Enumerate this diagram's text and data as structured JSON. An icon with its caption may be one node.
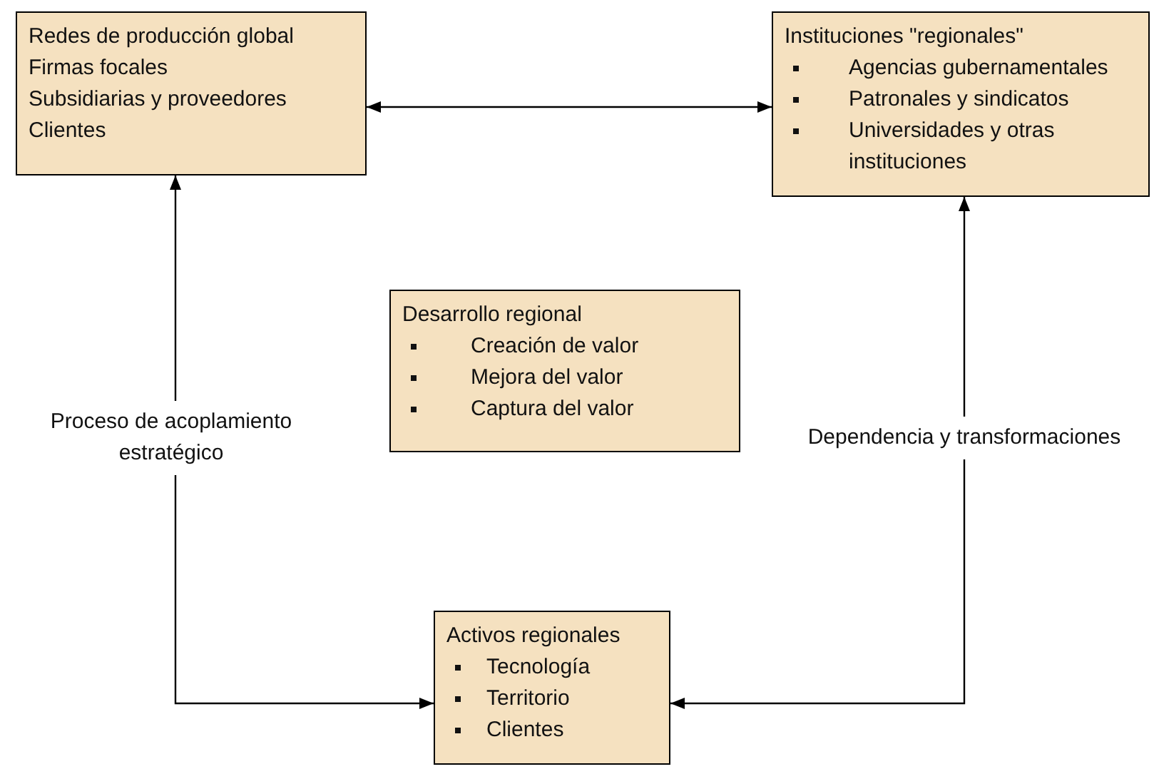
{
  "diagram": {
    "nodes": [
      {
        "text": [
          "Redes de producción global",
          "Firmas focales",
          "Subsidiarias y proveedores",
          "Clientes"
        ]
      },
      {
        "text": [
          "Instituciones \"regionales\"",
          "Agencias gubernamentales",
          "Patronales y sindicatos",
          "Universidades y otras instituciones"
        ]
      },
      {
        "text": [
          "Desarrollo regional",
          "Creación de valor",
          "Mejora del valor",
          "Captura del valor"
        ]
      },
      {
        "text": [
          "Activos regionales",
          "Tecnología",
          "Territorio",
          "Clientes"
        ]
      }
    ],
    "edges": [
      {
        "from": 0,
        "to": 1,
        "arrow": "both"
      },
      {
        "from": 0,
        "to": 3,
        "arrow": "both",
        "label": "Proceso de acoplamiento estratégico"
      },
      {
        "from": 1,
        "to": 3,
        "arrow": "both",
        "label": "Dependencia y transformaciones"
      }
    ]
  }
}
